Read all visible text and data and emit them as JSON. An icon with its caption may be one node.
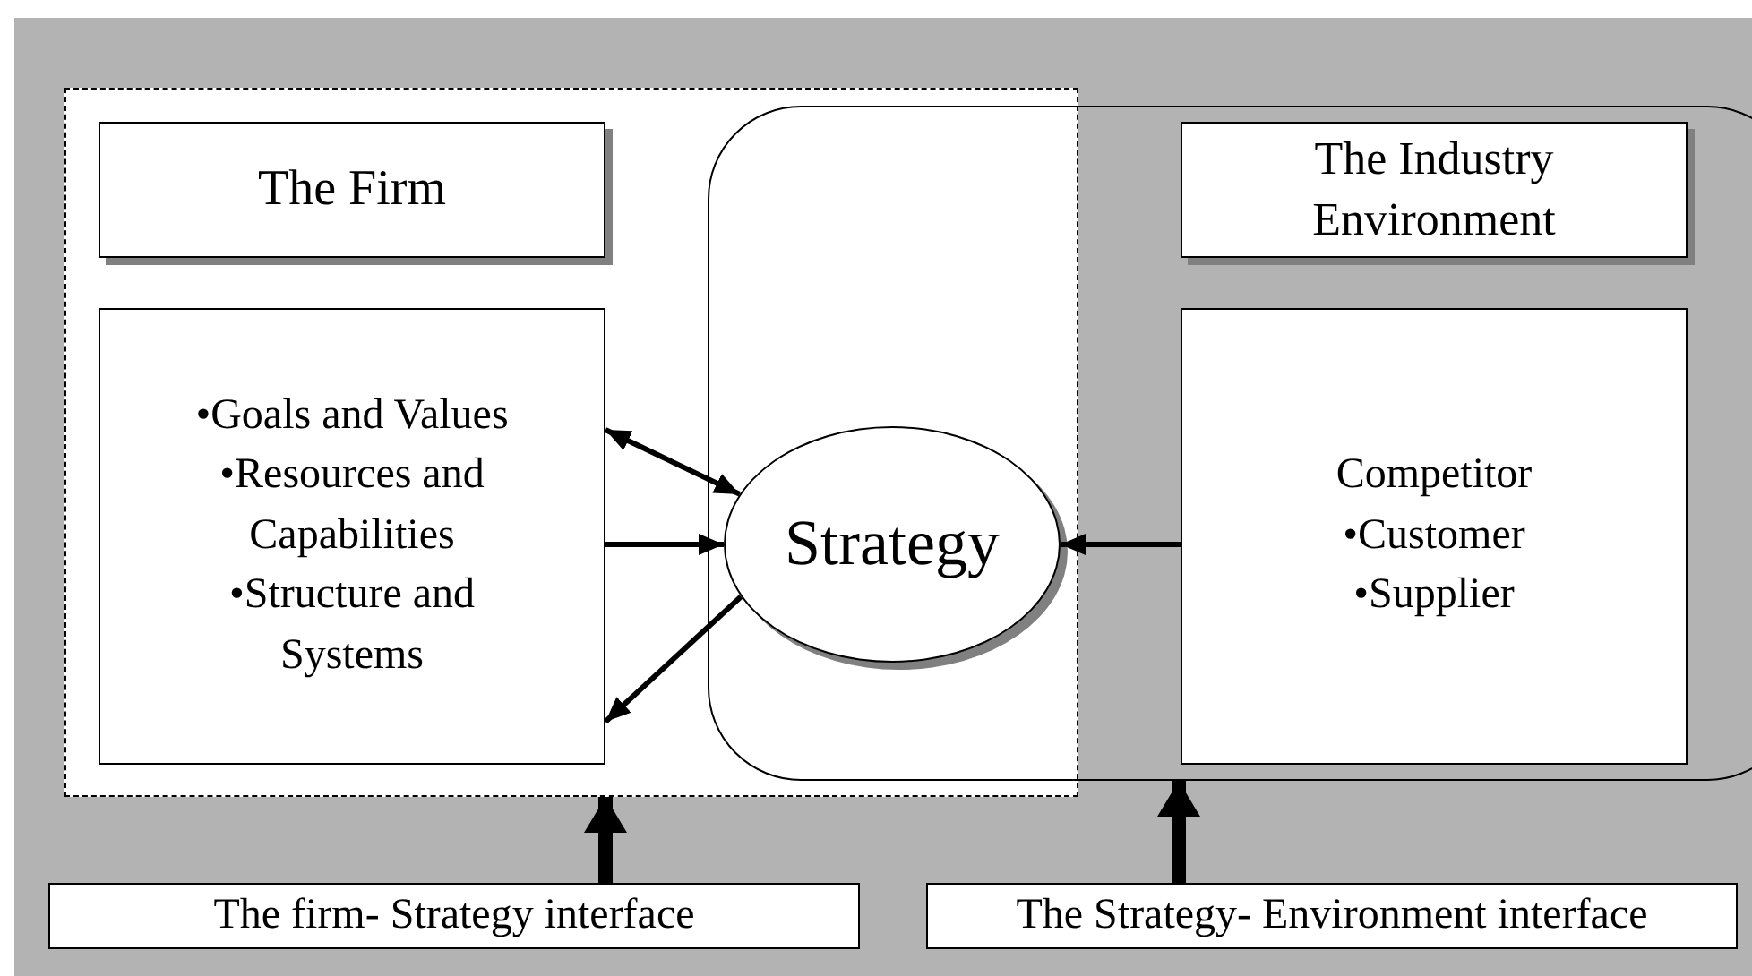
{
  "diagram": {
    "nodes": [
      {
        "text": [],
        "shape": "box"
      },
      {
        "text": [
          "The Firm"
        ],
        "in": 0
      },
      {
        "text": [
          "•Goals and Values •Resources and Capabilities •Structure and Systems"
        ],
        "in": 0
      },
      {
        "text": [],
        "shape": "box"
      },
      {
        "text": [
          "The Industry Environment"
        ],
        "in": 3
      },
      {
        "text": [
          "Competitor •Customer •Supplier"
        ],
        "in": 3
      },
      {
        "text": [
          "Strategy"
        ]
      },
      {
        "text": [
          "The firm- Strategy interface"
        ]
      },
      {
        "text": [
          "The Strategy- Environment interface"
        ]
      }
    ],
    "edges": [
      {
        "from": 2,
        "to": 6,
        "arrow": "both"
      },
      {
        "from": 2,
        "to": 6,
        "arrow": "to"
      },
      {
        "from": 6,
        "to": 2,
        "arrow": "to"
      },
      {
        "from": 5,
        "to": 6,
        "arrow": "to"
      },
      {
        "from": 7,
        "to": 0,
        "arrow": "to",
        "style": "thick"
      },
      {
        "from": 8,
        "to": 3,
        "arrow": "to",
        "style": "thick"
      }
    ]
  }
}
